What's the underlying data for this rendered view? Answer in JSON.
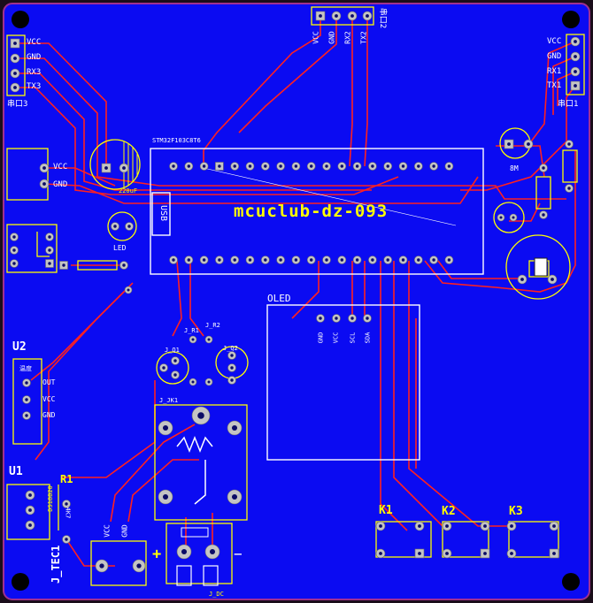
{
  "board": {
    "title": "mcuclub-dz-093",
    "mcu_label": "STM32F103C8T6",
    "usb_label": "USB",
    "oled_label": "OLED"
  },
  "headers": {
    "serial3": {
      "pins": [
        "VCC",
        "GND",
        "RX3",
        "TX3"
      ],
      "name": "串口3"
    },
    "serial2": {
      "pins": [
        "VCC",
        "GND",
        "RX2",
        "TX2"
      ],
      "name": "串口2"
    },
    "serial1": {
      "pins": [
        "VCC",
        "GND",
        "RX1",
        "TX1"
      ],
      "name": "串口1"
    },
    "power": {
      "pins": [
        "VCC",
        "GND"
      ]
    },
    "u2": {
      "pins": [
        "OUT",
        "VCC",
        "GND"
      ],
      "name": "U2",
      "sub": "温度"
    },
    "jtec": {
      "pins": [
        "VCC",
        "GND"
      ],
      "name": "J_TEC1"
    }
  },
  "components": {
    "cap": "220uF",
    "led": "LED",
    "u1": "U1",
    "u1_part": "DS18B20",
    "r1": "R1",
    "r1_val": "4K7",
    "jq1": "J_Q1",
    "jr1": "J_R1",
    "jr2": "J_R2",
    "jjk1": "J_JK1",
    "jq2": "J_Q2",
    "crystal": "8M",
    "jdc": "J_DC",
    "plus": "+",
    "minus": "−"
  },
  "oled_pins": [
    "GND",
    "VCC",
    "SCL",
    "SDA"
  ],
  "keys": [
    "K1",
    "K2",
    "K3"
  ],
  "colors": {
    "board": "#0b0bf2",
    "trace": "#ff2020",
    "silk": "#ffff00",
    "pad": "#c4c4c4",
    "white": "#ffffff"
  }
}
